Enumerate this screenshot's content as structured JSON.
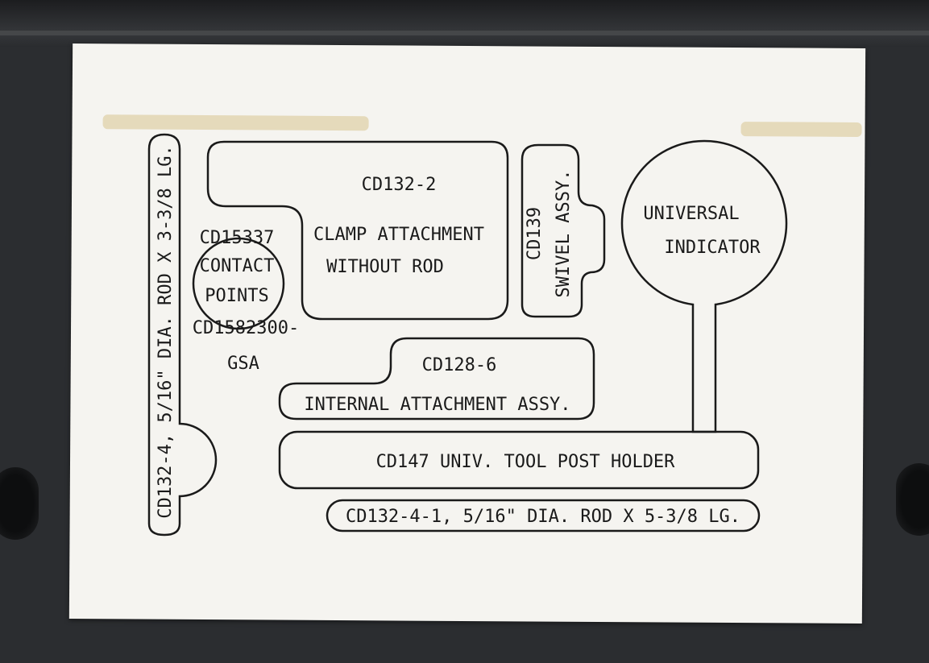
{
  "diagram": {
    "clamp": {
      "part_no": "CD132-2",
      "line1": "CLAMP ATTACHMENT",
      "line2": "WITHOUT ROD"
    },
    "swivel": {
      "line1": "CD139",
      "line2": "SWIVEL ASSY."
    },
    "indicator": {
      "line1": "UNIVERSAL",
      "line2": "INDICATOR"
    },
    "contact_points": {
      "part_no": "CD15337",
      "line1": "CONTACT",
      "line2": "POINTS",
      "alt_part": "CD1582300-",
      "alt_suffix": "GSA"
    },
    "internal": {
      "part_no": "CD128-6",
      "label": "INTERNAL ATTACHMENT ASSY."
    },
    "tool_post": {
      "label": "CD147 UNIV. TOOL POST HOLDER"
    },
    "rod_short": {
      "label": "CD132-4-1, 5/16\" DIA. ROD X 5-3/8 LG."
    },
    "rod_long": {
      "label": "CD132-4, 5/16\" DIA. ROD X 3-3/8 LG."
    }
  }
}
